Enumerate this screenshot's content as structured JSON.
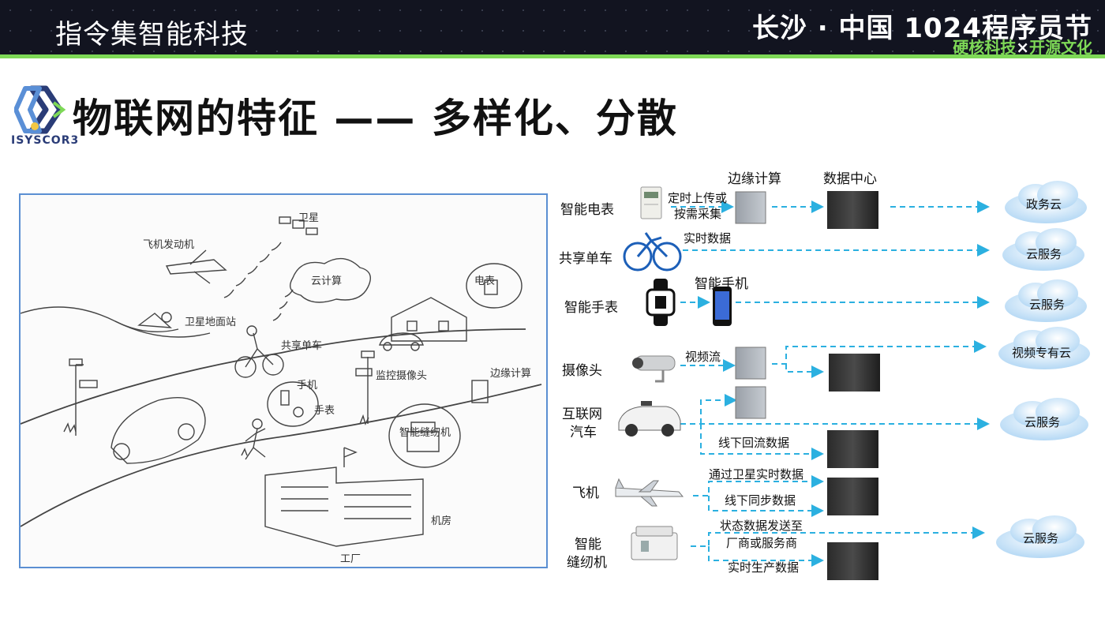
{
  "header": {
    "company": "指令集智能科技",
    "event_title": "长沙 · 中国 1024程序员节",
    "event_sub_left": "硬核科技",
    "event_sub_x": "×",
    "event_sub_right": "开源文化"
  },
  "logo": {
    "text": "ISYSCOR3"
  },
  "slide": {
    "title": "物联网的特征 —— 多样化、分散"
  },
  "sketch": {
    "labels": {
      "satellite": "卫星",
      "engine": "飞机发动机",
      "cloud": "云计算",
      "meter": "电表",
      "ground_station": "卫星地面站",
      "bike": "共享单车",
      "camera": "监控摄像头",
      "edge": "边缘计算",
      "phone": "手机",
      "watch": "手表",
      "sewing": "智能缝纫机",
      "factory": "工厂",
      "datacenter": "机房"
    }
  },
  "diagram": {
    "headers": {
      "edge": "边缘计算",
      "datacenter": "数据中心"
    },
    "rows": {
      "meter": {
        "label": "智能电表",
        "note1": "定时上传或",
        "note2": "按需采集"
      },
      "bike": {
        "label": "共享单车",
        "note": "实时数据"
      },
      "watch": {
        "label": "智能手表",
        "phone": "智能手机"
      },
      "camera": {
        "label": "摄像头",
        "note": "视频流"
      },
      "car": {
        "label1": "互联网",
        "label2": "汽车",
        "note": "线下回流数据"
      },
      "plane": {
        "label": "飞机",
        "note1": "通过卫星实时数据",
        "note2": "线下同步数据"
      },
      "sewing": {
        "label1": "智能",
        "label2": "缝纫机",
        "note1": "状态数据发送至",
        "note2": "厂商或服务商",
        "note3": "实时生产数据"
      }
    },
    "clouds": {
      "c1": "政务云",
      "c2": "云服务",
      "c3": "云服务",
      "c4": "视频专有云",
      "c5": "云服务",
      "c6": "云服务"
    }
  },
  "colors": {
    "accent_green": "#7ed957",
    "arrow_blue": "#2bb0e0",
    "frame_blue": "#5b8fd2",
    "header_bg": "#121420"
  }
}
